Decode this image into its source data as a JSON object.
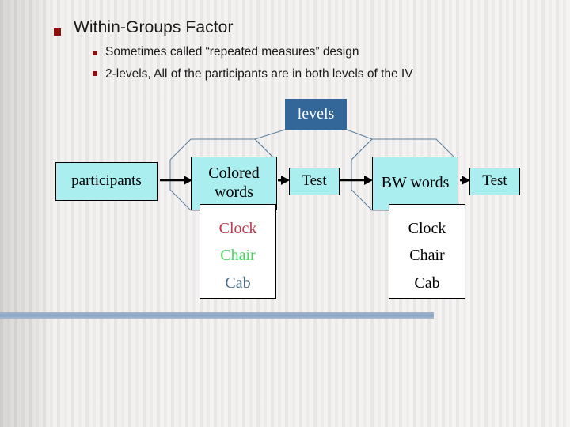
{
  "slide": {
    "title": "Within-Groups Factor",
    "bullets": [
      "Sometimes called “repeated measures” design",
      "2-levels, All of the participants are in both levels of the IV"
    ]
  },
  "diagram": {
    "levels_label": "levels",
    "participants_label": "participants",
    "condition_left": "Colored words",
    "condition_right": "BW words",
    "test_mid_label": "Test",
    "test_right_label": "Test",
    "colored_words": [
      {
        "text": "Clock",
        "color": "#c0394b"
      },
      {
        "text": "Chair",
        "color": "#45d65c"
      },
      {
        "text": "Cab",
        "color": "#4a6b80"
      }
    ],
    "bw_words": [
      {
        "text": "Clock",
        "color": "#000000"
      },
      {
        "text": "Chair",
        "color": "#000000"
      },
      {
        "text": "Cab",
        "color": "#000000"
      }
    ]
  },
  "colors": {
    "levels_fill": "#336699",
    "box_fill": "#aaeef0",
    "octagon_stroke": "#5a7fa0",
    "bullet": "#8d0e0e",
    "bottom_bar": "#8ba4c4"
  }
}
